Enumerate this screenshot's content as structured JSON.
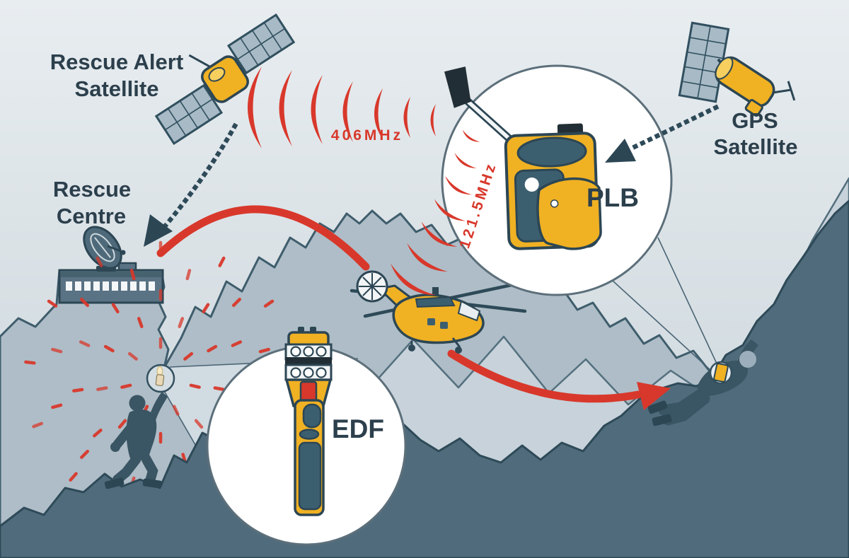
{
  "diagram": {
    "labels": {
      "rescue_alert_satellite_line1": "Rescue Alert",
      "rescue_alert_satellite_line2": "Satellite",
      "rescue_centre_line1": "Rescue",
      "rescue_centre_line2": "Centre",
      "gps_satellite_line1": "GPS",
      "gps_satellite_line2": "Satellite",
      "plb": "PLB",
      "edf": "EDF",
      "freq_distress": "406MHz",
      "freq_homing": "121.5MHz"
    },
    "colors": {
      "signal_red": "#d8382b",
      "label_dark": "#2c3f4c",
      "device_yellow": "#f0b123",
      "device_teal": "#3c5f70",
      "outline_dark": "#2c4654",
      "panel_gray": "#a7bac5",
      "sky_top": "#e8edf0",
      "sky_bottom": "#c9d4da",
      "mountain_mid": "#aebdc7",
      "mountain_light": "#c7d2da",
      "mountain_dark": "#506c7c",
      "callout_white": "#ffffff"
    },
    "waves": {
      "distress_arc_count": 7,
      "homing_arc_count": 7,
      "flare_dash_rings": 5
    }
  }
}
